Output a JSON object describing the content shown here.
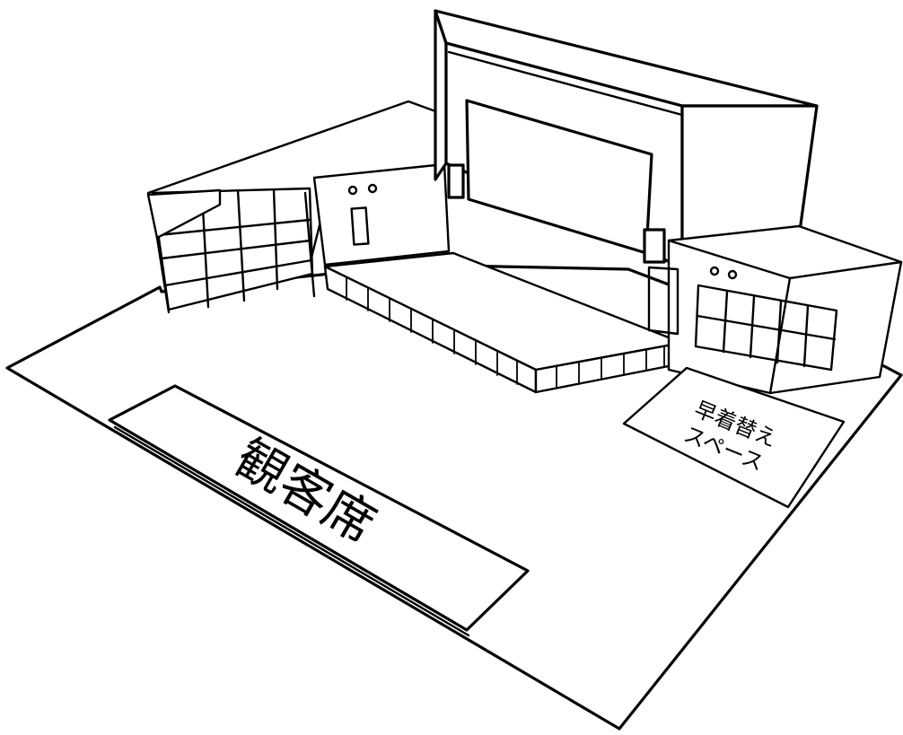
{
  "labels": {
    "audience_seating": "観客席",
    "quick_change_line1": "早着替え",
    "quick_change_line2": "スペース"
  }
}
